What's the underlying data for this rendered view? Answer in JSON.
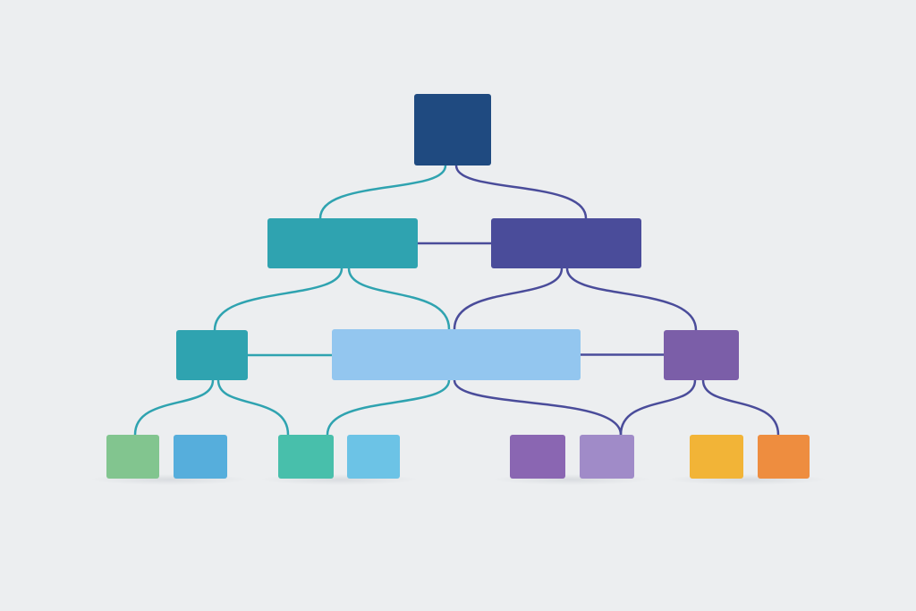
{
  "background": "#eceef0",
  "nodes": [
    {
      "id": "root",
      "level": 0,
      "color": "#1f4a80"
    },
    {
      "id": "l1-a",
      "level": 1,
      "color": "#2fa3b0"
    },
    {
      "id": "l1-b",
      "level": 1,
      "color": "#4a4c9a"
    },
    {
      "id": "l2-a",
      "level": 2,
      "color": "#2fa3b0"
    },
    {
      "id": "l2-b",
      "level": 2,
      "color": "#93c6ef"
    },
    {
      "id": "l2-c",
      "level": 2,
      "color": "#7b5ea8"
    },
    {
      "id": "leaf-1",
      "level": 3,
      "color": "#82c58f"
    },
    {
      "id": "leaf-2",
      "level": 3,
      "color": "#56aedc"
    },
    {
      "id": "leaf-3",
      "level": 3,
      "color": "#48bfab"
    },
    {
      "id": "leaf-4",
      "level": 3,
      "color": "#6cc3e6"
    },
    {
      "id": "leaf-5",
      "level": 3,
      "color": "#8a66b2"
    },
    {
      "id": "leaf-6",
      "level": 3,
      "color": "#a08bc8"
    },
    {
      "id": "leaf-7",
      "level": 3,
      "color": "#f2b437"
    },
    {
      "id": "leaf-8",
      "level": 3,
      "color": "#ee8d3f"
    }
  ],
  "edges": [
    {
      "from": "root",
      "to": "l1-a",
      "color": "#2fa3b0"
    },
    {
      "from": "root",
      "to": "l1-b",
      "color": "#4a4c9a"
    },
    {
      "from": "l1-a",
      "to": "l1-b",
      "color": "#4a4c9a",
      "kind": "horizontal"
    },
    {
      "from": "l1-a",
      "to": "l2-a",
      "color": "#2fa3b0"
    },
    {
      "from": "l1-a",
      "to": "l2-b",
      "color": "#2fa3b0"
    },
    {
      "from": "l1-b",
      "to": "l2-b",
      "color": "#4a4c9a"
    },
    {
      "from": "l1-b",
      "to": "l2-c",
      "color": "#4a4c9a"
    },
    {
      "from": "l2-a",
      "to": "l2-b",
      "color": "#2fa3b0",
      "kind": "horizontal"
    },
    {
      "from": "l2-b",
      "to": "l2-c",
      "color": "#4a4c9a",
      "kind": "horizontal"
    },
    {
      "from": "l2-a",
      "to": "leaf-1",
      "color": "#2fa3b0"
    },
    {
      "from": "l2-a",
      "to": "leaf-3",
      "color": "#2fa3b0"
    },
    {
      "from": "l2-b",
      "to": "leaf-3",
      "color": "#2fa3b0"
    },
    {
      "from": "l2-b",
      "to": "leaf-6",
      "color": "#4a4c9a"
    },
    {
      "from": "l2-c",
      "to": "leaf-6",
      "color": "#4a4c9a"
    },
    {
      "from": "l2-c",
      "to": "leaf-8",
      "color": "#4a4c9a"
    }
  ]
}
